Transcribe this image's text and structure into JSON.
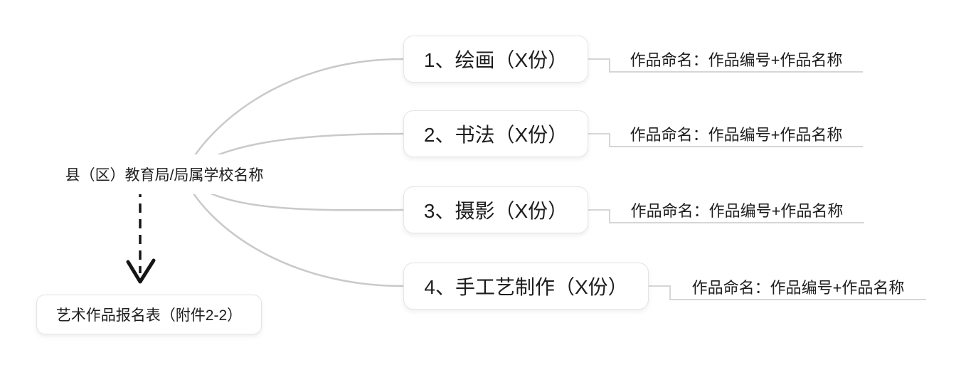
{
  "diagram": {
    "root": {
      "label": "县（区）教育局/局属学校名称"
    },
    "branches": [
      {
        "label": "1、绘画（X份）",
        "note": "作品命名：作品编号+作品名称"
      },
      {
        "label": "2、书法（X份）",
        "note": "作品命名：作品编号+作品名称"
      },
      {
        "label": "3、摄影（X份）",
        "note": "作品命名：作品编号+作品名称"
      },
      {
        "label": "4、手工艺制作（X份）",
        "note": "作品命名：作品编号+作品名称"
      }
    ],
    "attachment": {
      "label": "艺术作品报名表（附件2-2）"
    },
    "colors": {
      "background": "#ffffff",
      "text": "#1d1d1d",
      "branch_curve": "#c9c9c9",
      "note_connector": "#d6d6d6",
      "node_border": "#e4e4e4",
      "arrow": "#151515"
    }
  }
}
